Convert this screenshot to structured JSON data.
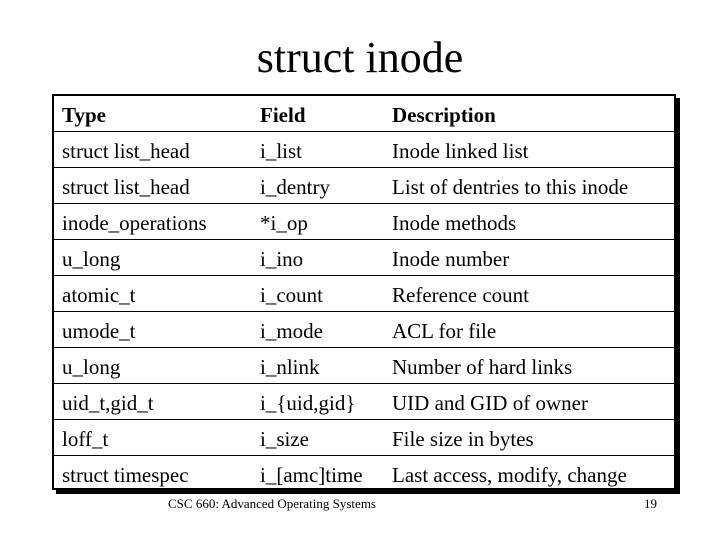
{
  "title": "struct inode",
  "table": {
    "headers": [
      "Type",
      "Field",
      "Description"
    ],
    "rows": [
      [
        "struct list_head",
        "i_list",
        "Inode linked list"
      ],
      [
        "struct list_head",
        "i_dentry",
        "List of dentries to this inode"
      ],
      [
        "inode_operations",
        "*i_op",
        "Inode methods"
      ],
      [
        "u_long",
        "i_ino",
        "Inode number"
      ],
      [
        "atomic_t",
        "i_count",
        "Reference count"
      ],
      [
        "umode_t",
        "i_mode",
        "ACL for file"
      ],
      [
        "u_long",
        "i_nlink",
        "Number of hard links"
      ],
      [
        "uid_t,gid_t",
        "i_{uid,gid}",
        "UID and GID of owner"
      ],
      [
        "loff_t",
        "i_size",
        "File size in bytes"
      ],
      [
        "struct timespec",
        "i_[amc]time",
        "Last access, modify, change"
      ]
    ]
  },
  "footer": "CSC 660: Advanced Operating Systems",
  "page_number": "19"
}
